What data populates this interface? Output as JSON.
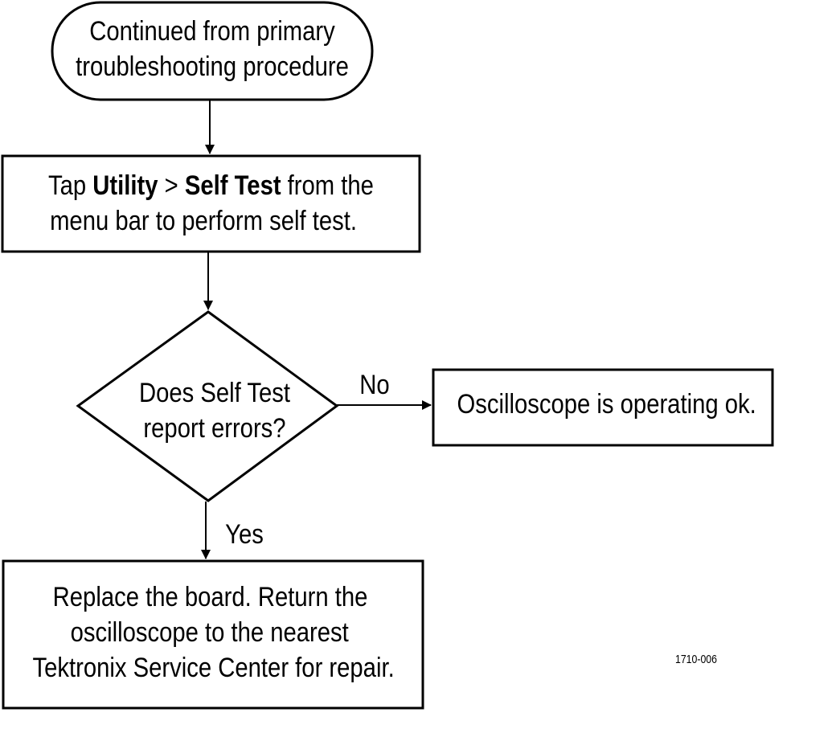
{
  "flowchart": {
    "start": {
      "line1": "Continued from primary",
      "line2": "troubleshooting procedure"
    },
    "step1": {
      "pre": "Tap ",
      "utility": "Utility",
      "sep": " > ",
      "self_test": "Self Test",
      "post": " from the",
      "line2": "menu bar to perform self test."
    },
    "decision": {
      "line1": "Does Self Test",
      "line2": "report errors?"
    },
    "no_label": "No",
    "yes_label": "Yes",
    "ok_box": "Oscilloscope is operating ok.",
    "replace_box": {
      "line1": "Replace the board. Return the",
      "line2": "oscilloscope to the nearest",
      "line3": "Tektronix Service Center for repair."
    },
    "figure_id": "1710-006"
  }
}
